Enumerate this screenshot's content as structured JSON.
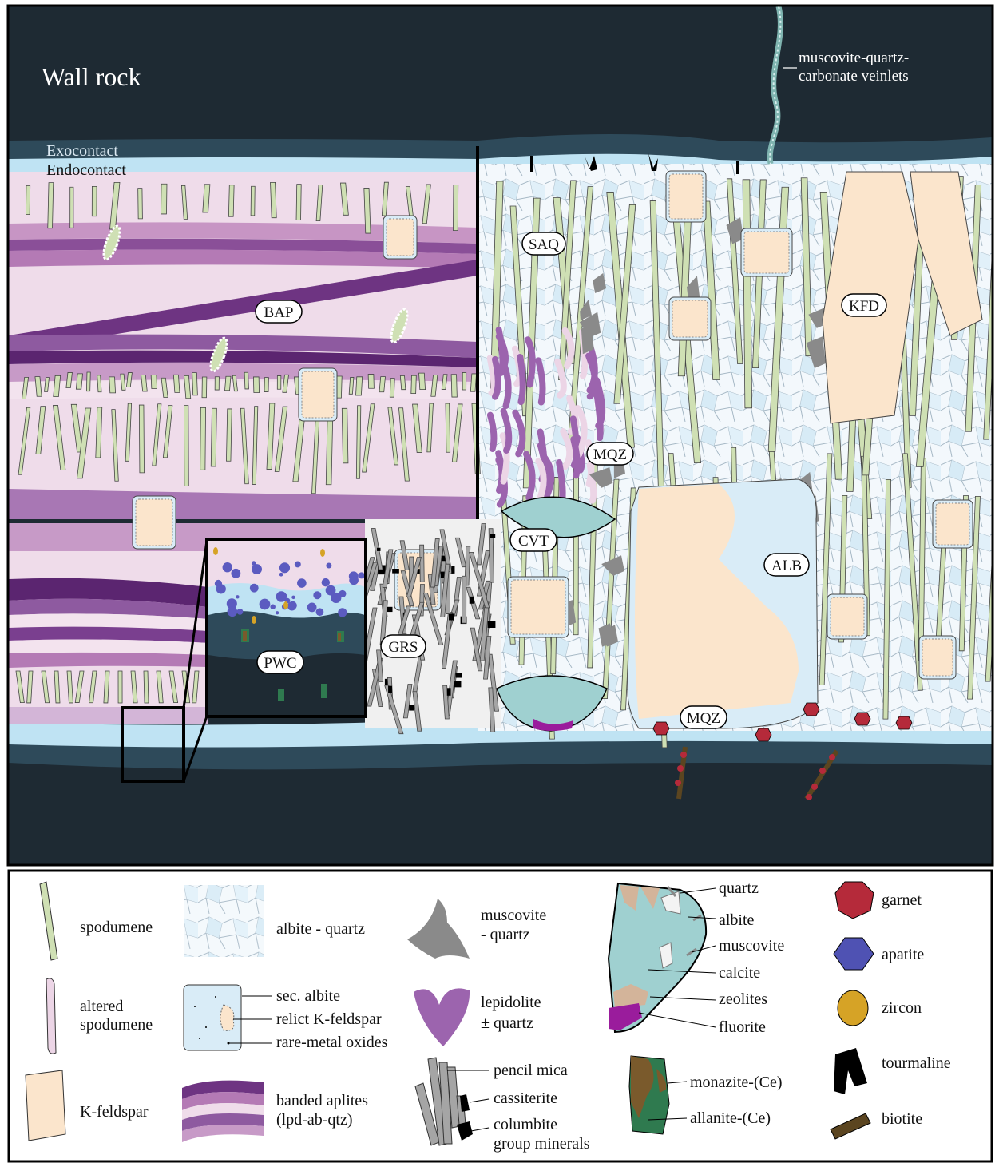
{
  "diagram": {
    "labels": {
      "wall_rock": "Wall rock",
      "exocontact": "Exocontact",
      "endocontact": "Endocontact",
      "veinlets_line1": "muscovite-quartz-",
      "veinlets_line2": "carbonate veinlets"
    },
    "zones": {
      "saq": "SAQ",
      "bap": "BAP",
      "kfd": "KFD",
      "mqz_upper": "MQZ",
      "cvt": "CVT",
      "alb": "ALB",
      "grs": "GRS",
      "pwc": "PWC",
      "mqz_lower": "MQZ"
    }
  },
  "legend": {
    "spodumene": "spodumene",
    "albite_quartz": "albite - quartz",
    "muscovite_quartz_1": "muscovite",
    "muscovite_quartz_2": "- quartz",
    "altered_spodumene_1": "altered",
    "altered_spodumene_2": "spodumene",
    "sec_albite": "sec. albite",
    "relict_kfeldspar": "relict K-feldspar",
    "rare_metal_oxides": "rare-metal oxides",
    "lepidolite_1": "lepidolite",
    "lepidolite_2": "± quartz",
    "kfeldspar": "K-feldspar",
    "banded_aplites_1": "banded aplites",
    "banded_aplites_2": "(lpd-ab-qtz)",
    "pencil_mica": "pencil mica",
    "cassiterite": "cassiterite",
    "columbite_1": "columbite",
    "columbite_2": "group minerals",
    "cavity_quartz": "quartz",
    "cavity_albite": "albite",
    "cavity_muscovite": "muscovite",
    "cavity_calcite": "calcite",
    "cavity_zeolites": "zeolites",
    "cavity_fluorite": "fluorite",
    "monazite": "monazite-(Ce)",
    "allanite": "allanite-(Ce)",
    "garnet": "garnet",
    "apatite": "apatite",
    "zircon": "zircon",
    "tourmaline": "tourmaline",
    "biotite": "biotite"
  },
  "colors": {
    "wall_rock": "#1e2a33",
    "exocontact": "#2e4a5a",
    "endocontact": "#bfe3f3",
    "spodumene": "#cfe0b4",
    "altered_spodumene": "#ecd5e6",
    "kfeldspar": "#fbe5cc",
    "albite_quartz": "#d9ecf7",
    "muscovite": "#8a8a8a",
    "lepidolite": "#9c64ae",
    "calcite": "#9fd0d0",
    "garnet": "#b52a3a",
    "apatite": "#4f52b3",
    "zircon": "#d6a326",
    "monazite": "#7a5a2c",
    "allanite": "#2f7a4f",
    "biotite": "#5b4520"
  }
}
